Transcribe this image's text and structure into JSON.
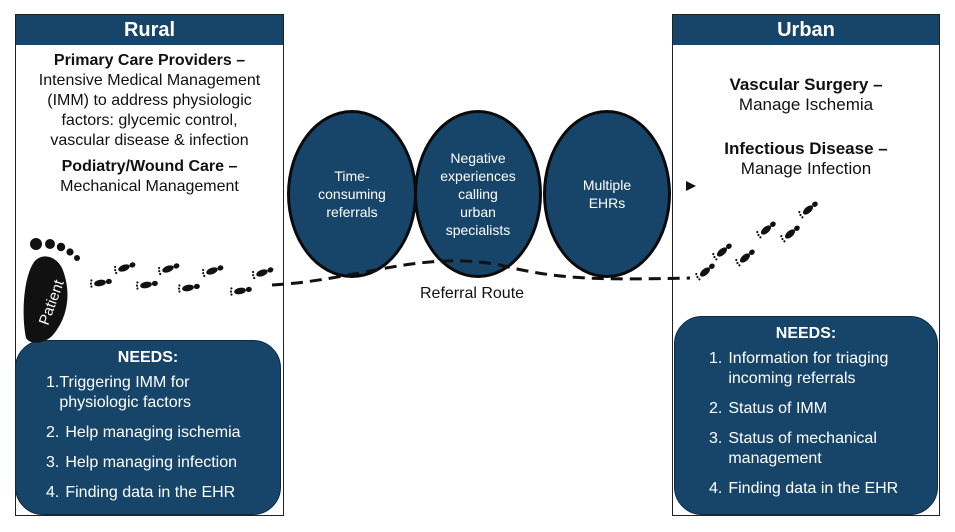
{
  "rural": {
    "title": "Rural",
    "primary_heading": "Primary Care Providers –",
    "primary_lines": [
      "Intensive Medical Management",
      "(IMM) to address physiologic",
      "factors: glycemic control,",
      "vascular disease & infection"
    ],
    "podiatry_heading": "Podiatry/Wound Care –",
    "podiatry_line": "Mechanical Management",
    "patient_label": "Patient",
    "needs_title": "NEEDS:",
    "needs": [
      {
        "num": "1.",
        "lines": [
          "Triggering IMM for",
          "physiologic factors"
        ]
      },
      {
        "num": "2.",
        "lines": [
          "Help managing ischemia"
        ]
      },
      {
        "num": "3.",
        "lines": [
          "Help managing infection"
        ]
      },
      {
        "num": "4.",
        "lines": [
          "Finding data in the EHR"
        ]
      }
    ]
  },
  "urban": {
    "title": "Urban",
    "vascular_heading": "Vascular Surgery –",
    "vascular_line": "Manage Ischemia",
    "infectious_heading": "Infectious Disease –",
    "infectious_line": "Manage Infection",
    "needs_title": "NEEDS:",
    "needs": [
      {
        "num": "1.",
        "lines": [
          "Information for triaging",
          "incoming referrals"
        ]
      },
      {
        "num": "2.",
        "lines": [
          "Status of IMM"
        ]
      },
      {
        "num": "3.",
        "lines": [
          "Status of mechanical",
          "management"
        ]
      },
      {
        "num": "4.",
        "lines": [
          "Finding data in the EHR"
        ]
      }
    ]
  },
  "barriers": [
    {
      "lines": [
        "Time-",
        "consuming",
        "referrals"
      ]
    },
    {
      "lines": [
        "Negative",
        "experiences",
        "calling",
        "urban",
        "specialists"
      ]
    },
    {
      "lines": [
        "Multiple",
        "EHRs"
      ]
    }
  ],
  "route_label": "Referral Route",
  "colors": {
    "navy": "#17456a",
    "border": "#222222"
  }
}
